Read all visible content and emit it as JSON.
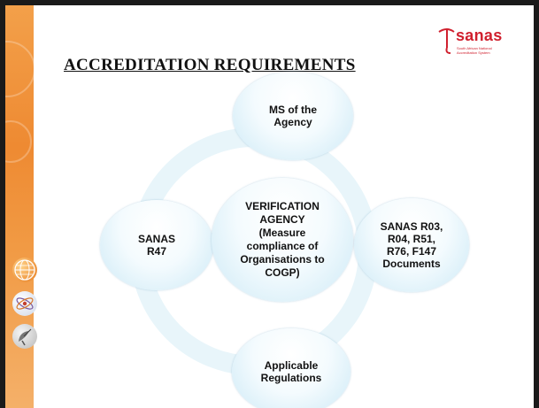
{
  "slide": {
    "title": "ACCREDITATION REQUIREMENTS",
    "logo": {
      "text": "sanas",
      "subtitle": "South African National Accreditation System"
    }
  },
  "diagram": {
    "top": "MS of the\nAgency",
    "left": "SANAS\nR47",
    "right": "SANAS  R03,\nR04, R51,\nR76, F147\nDocuments",
    "bottom": "Applicable\nRegulations",
    "center": "VERIFICATION\nAGENCY\n(Measure\ncompliance of\nOrganisations to\nCOGP)"
  },
  "colors": {
    "side_band": "#ee8a32",
    "node_fill": "#d7eef8",
    "ring": "#e8f5fa",
    "logo": "#d0202e"
  }
}
